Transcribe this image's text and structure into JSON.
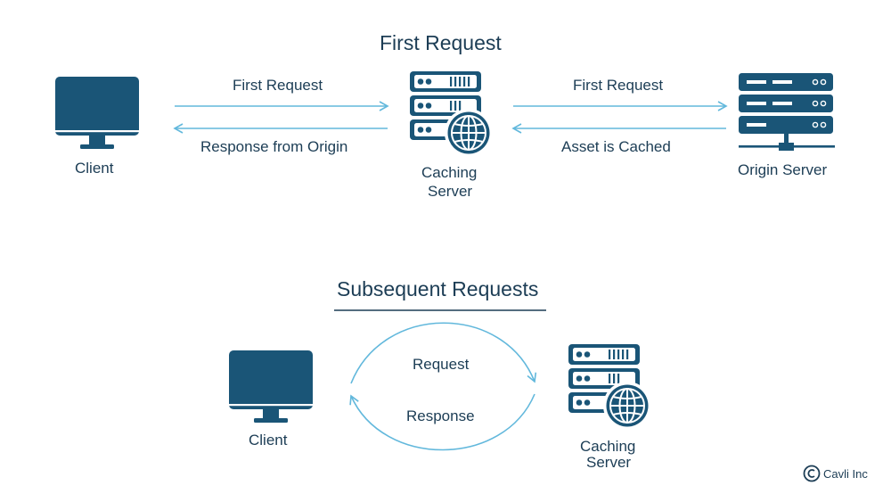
{
  "colors": {
    "icon": "#1a5577",
    "arrow": "#62b8dc",
    "text": "#1c3d55",
    "divider": "#1c3d55"
  },
  "top": {
    "title": "First Request",
    "left_forward_label": "First Request",
    "left_back_label": "Response from Origin",
    "right_forward_label": "First Request",
    "right_back_label": "Asset is Cached",
    "client_label": "Client",
    "caching_label_line1": "Caching",
    "caching_label_line2": "Server",
    "origin_label": "Origin Server"
  },
  "bottom": {
    "title": "Subsequent Requests",
    "request_label": "Request",
    "response_label": "Response",
    "client_label": "Client",
    "caching_label_line1": "Caching",
    "caching_label_line2": "Server"
  },
  "brand": {
    "name": "Cavli Inc",
    "icon": "copyright-c-icon"
  }
}
